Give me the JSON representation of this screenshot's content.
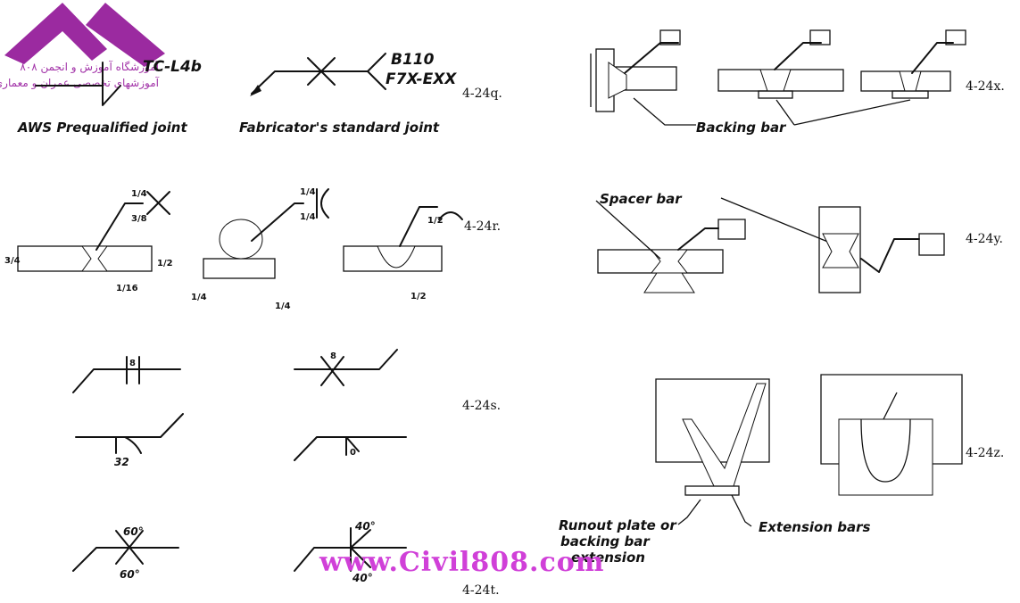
{
  "logo": {
    "line1": "آموزشگاه آموزش و انجمن ۸۰۸",
    "line2": "آموزشهای تخصصی عمران و معماری",
    "color": "#9b2aa0"
  },
  "watermark": {
    "text": "www.Civil808.com",
    "color": "#d040d8"
  },
  "row_q": {
    "code_left": "TC-L4b",
    "code_right_1": "B110",
    "code_right_2": "F7X-EXX",
    "caption_left": "AWS Prequalified joint",
    "caption_right": "Fabricator's standard joint",
    "figure": "4-24q."
  },
  "row_r": {
    "figure": "4-24r.",
    "frac_1": "1/4",
    "frac_2": "3/8",
    "frac_3": "1/4",
    "frac_4": "1/4",
    "frac_5": "1/2",
    "dim_a": "3/4",
    "dim_b": "1/16",
    "dim_c": "1/2",
    "dim_d": "1/4",
    "dim_e": "1/4",
    "dim_f": "1/2"
  },
  "row_s": {
    "figure": "4-24s.",
    "val_a": "8",
    "val_b": "8",
    "val_c": "32",
    "val_d": "0"
  },
  "row_t": {
    "figure": "4-24t.",
    "angle_1": "60°",
    "angle_2": "60°",
    "angle_3": "40°",
    "angle_4": "40°"
  },
  "row_x": {
    "figure": "4-24x.",
    "label": "Backing bar"
  },
  "row_y": {
    "figure": "4-24y.",
    "label": "Spacer bar"
  },
  "row_z": {
    "figure": "4-24z.",
    "label_runout_1": "Runout plate or",
    "label_runout_2": "backing bar",
    "label_runout_3": "extension",
    "label_ext": "Extension bars"
  }
}
